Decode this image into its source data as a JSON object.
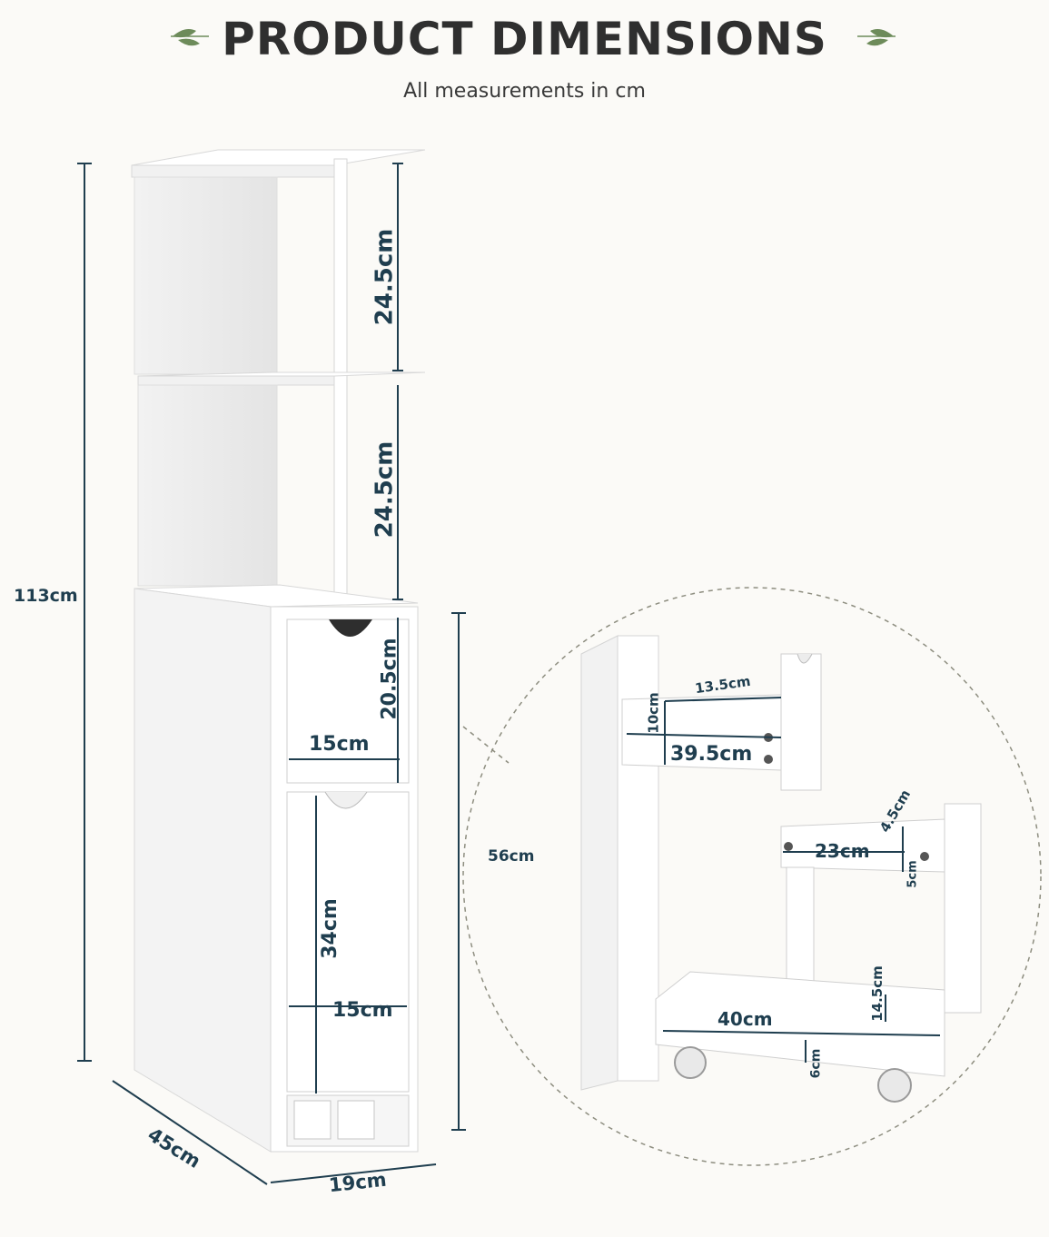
{
  "header": {
    "title": "PRODUCT DIMENSIONS",
    "subtitle": "All measurements in cm"
  },
  "dimensions": {
    "total_height": "113cm",
    "depth": "45cm",
    "width": "19cm",
    "shelf_upper": "24.5cm",
    "shelf_lower": "24.5cm",
    "drawer_height": "20.5cm",
    "drawer_width": "15cm",
    "door_height": "34cm",
    "door_width": "15cm",
    "inner_height": "56cm",
    "drawer_depth_top": "13.5cm",
    "drawer_side_height": "10cm",
    "drawer_length": "39.5cm",
    "caddy_upper_depth": "4.5cm",
    "caddy_upper_width": "23cm",
    "caddy_upper_rail": "5cm",
    "caddy_lower_height": "14.5cm",
    "caddy_lower_length": "40cm",
    "caddy_lower_rail": "6cm"
  },
  "colors": {
    "background": "#fbfaf7",
    "dimension_line": "#1f3e4f",
    "leaf": "#6d8b5a",
    "cabinet": "#ffffff"
  }
}
